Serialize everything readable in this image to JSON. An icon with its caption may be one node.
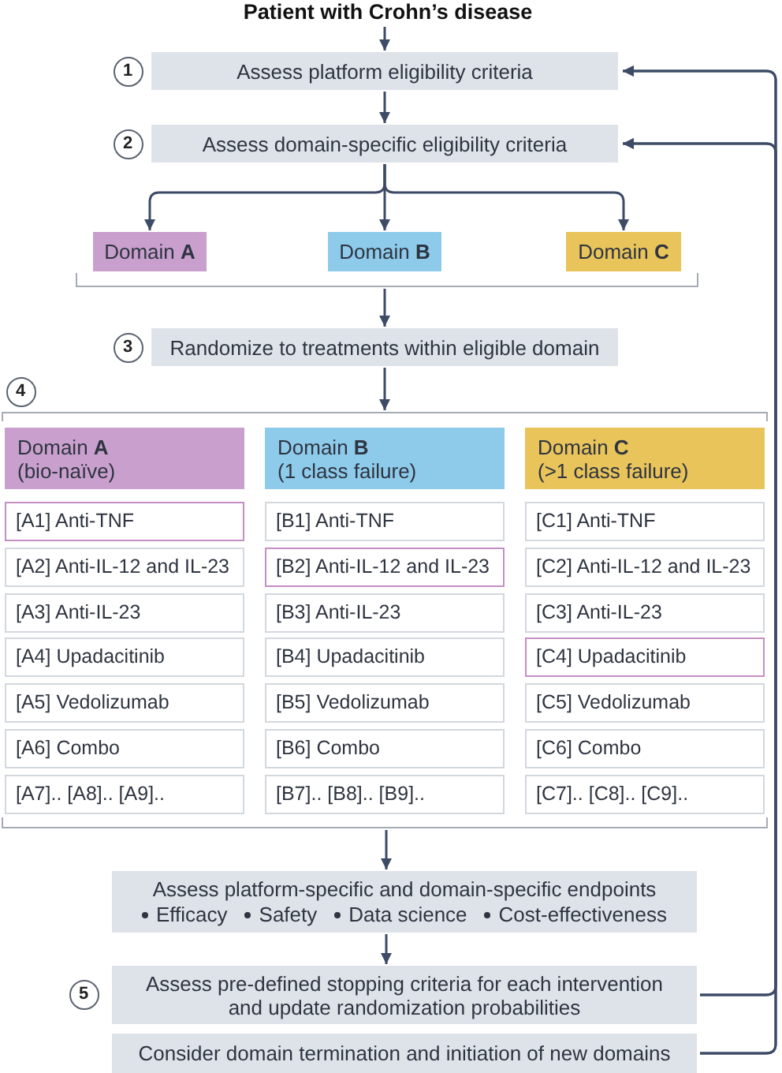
{
  "diagram": {
    "nodes": [
      {
        "text": [
          "Patient with Crohn’s disease"
        ]
      },
      {
        "text": [
          "1"
        ]
      },
      {
        "text": [
          "Assess platform eligibility criteria"
        ]
      },
      {
        "text": [
          "2"
        ]
      },
      {
        "text": [
          "Assess domain-specific eligibility criteria"
        ]
      },
      {
        "text": [
          "Domain **A**"
        ]
      },
      {
        "text": [
          "Domain **B**"
        ]
      },
      {
        "text": [
          "Domain **C**"
        ]
      },
      {
        "text": [],
        "shape": "bracket"
      },
      {
        "text": [
          "3"
        ]
      },
      {
        "text": [
          "Randomize to treatments within eligible domain"
        ]
      },
      {
        "text": [
          "4"
        ]
      },
      {
        "text": [],
        "shape": "bracket"
      },
      {
        "text": [
          "Domain **A**",
          "(bio-naïve)"
        ]
      },
      {
        "text": [
          "Domain **B**",
          "(1 class failure)"
        ]
      },
      {
        "text": [
          "Domain **C**",
          "(>1 class failure)"
        ]
      },
      {
        "text": [
          "[A1] Anti-TNF"
        ]
      },
      {
        "text": [
          "[B1] Anti-TNF"
        ]
      },
      {
        "text": [
          "[C1] Anti-TNF"
        ]
      },
      {
        "text": [
          "[A2] Anti-IL-12 and IL-23"
        ]
      },
      {
        "text": [
          "[B2] Anti-IL-12 and IL-23"
        ]
      },
      {
        "text": [
          "[C2] Anti-IL-12 and IL-23"
        ]
      },
      {
        "text": [
          "[A3] Anti-IL-23"
        ]
      },
      {
        "text": [
          "[B3] Anti-IL-23"
        ]
      },
      {
        "text": [
          "[C3] Anti-IL-23"
        ]
      },
      {
        "text": [
          "[A4] Upadacitinib"
        ]
      },
      {
        "text": [
          "[B4] Upadacitinib"
        ]
      },
      {
        "text": [
          "[C4] Upadacitinib"
        ]
      },
      {
        "text": [
          "[A5] Vedolizumab"
        ]
      },
      {
        "text": [
          "[B5] Vedolizumab"
        ]
      },
      {
        "text": [
          "[C5] Vedolizumab"
        ]
      },
      {
        "text": [
          "[A6] Combo"
        ]
      },
      {
        "text": [
          "[B6] Combo"
        ]
      },
      {
        "text": [
          "[C6] Combo"
        ]
      },
      {
        "text": [
          "[A7].. [A8].. [A9].."
        ]
      },
      {
        "text": [
          "[B7].. [B8].. [B9].."
        ]
      },
      {
        "text": [
          "[C7].. [C8].. [C9].."
        ]
      },
      {
        "text": [],
        "shape": "bracket"
      },
      {
        "text": [
          "Assess platform-specific and domain-specific endpoints",
          "Efficacy",
          "Safety",
          "Data science",
          "Cost-effectiveness"
        ]
      },
      {
        "text": [
          "5"
        ]
      },
      {
        "text": [
          "Assess pre-defined stopping criteria for each intervention and update randomization probabilities"
        ]
      },
      {
        "text": [
          "Consider domain termination and initiation of new domains"
        ]
      }
    ],
    "edges": [
      {
        "from": 0,
        "to": 2,
        "arrow": "to"
      },
      {
        "from": 2,
        "to": 4,
        "arrow": "to"
      },
      {
        "from": 4,
        "to": 5,
        "arrow": "to"
      },
      {
        "from": 4,
        "to": 6,
        "arrow": "to"
      },
      {
        "from": 4,
        "to": 7,
        "arrow": "to"
      },
      {
        "from": 8,
        "to": 10,
        "arrow": "to"
      },
      {
        "from": 10,
        "to": 12,
        "arrow": "to"
      },
      {
        "from": 37,
        "to": 38,
        "arrow": "to"
      },
      {
        "from": 38,
        "to": 40,
        "arrow": "to"
      },
      {
        "from": 40,
        "to": 2,
        "arrow": "to"
      },
      {
        "from": 40,
        "to": 4,
        "arrow": "to"
      },
      {
        "from": 41,
        "to": 2,
        "arrow": "to"
      },
      {
        "from": 41,
        "to": 4,
        "arrow": "to"
      }
    ]
  }
}
